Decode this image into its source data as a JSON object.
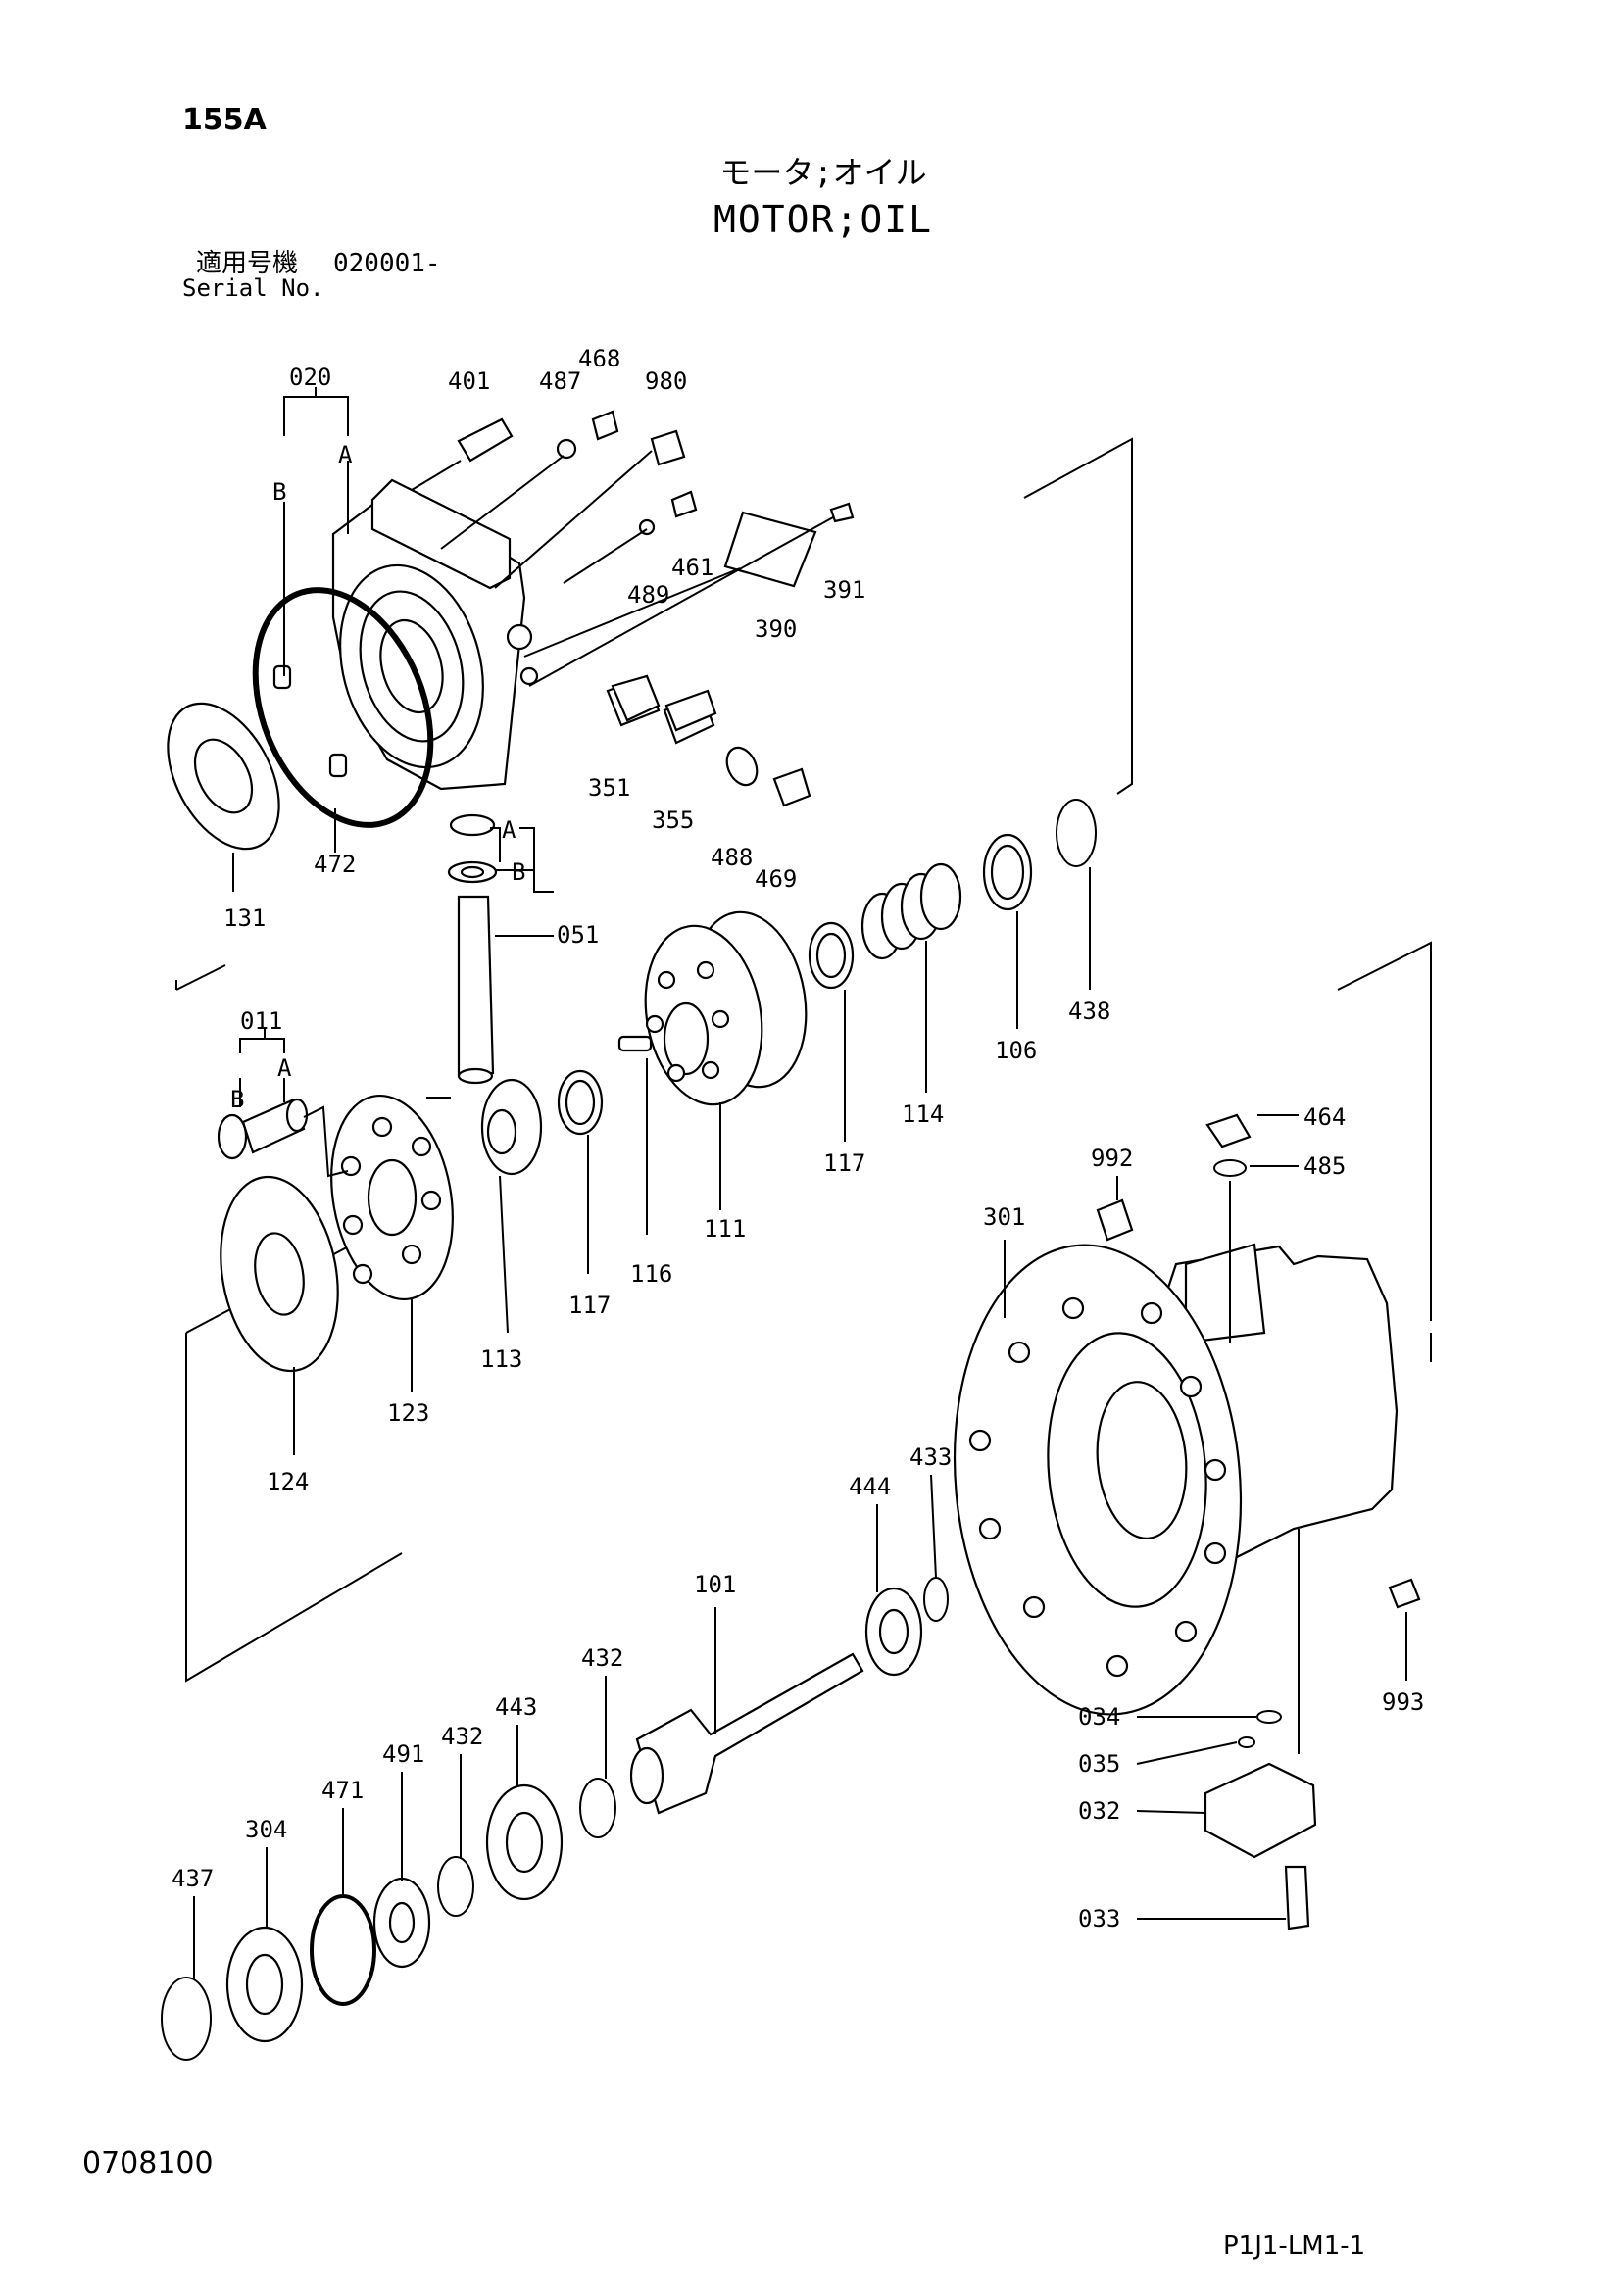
{
  "header": {
    "page_number": "155A",
    "title_jp": "モータ;オイル",
    "title_en": "MOTOR;OIL",
    "serial_label_jp": "適用号機",
    "serial_value": "020001-",
    "serial_label_en": "Serial No."
  },
  "footer": {
    "left_code": "0708100",
    "right_code": "P1J1-LM1-1"
  },
  "callouts": {
    "c020": "020",
    "c401": "401",
    "c487": "487",
    "c468": "468",
    "c980": "980",
    "c461": "461",
    "c489": "489",
    "c390": "390",
    "c391": "391",
    "c131": "131",
    "c472": "472",
    "c351": "351",
    "c355": "355",
    "c488": "488",
    "c469": "469",
    "c051": "051",
    "c011": "011",
    "c111": "111",
    "c116": "116",
    "c117a": "117",
    "c117b": "117",
    "c113": "113",
    "c123": "123",
    "c124": "124",
    "c114": "114",
    "c106": "106",
    "c438": "438",
    "c464": "464",
    "c485": "485",
    "c992": "992",
    "c301": "301",
    "c444": "444",
    "c433": "433",
    "c101": "101",
    "c432a": "432",
    "c432b": "432",
    "c443": "443",
    "c491": "491",
    "c471": "471",
    "c304": "304",
    "c437": "437",
    "c993": "993",
    "c034": "034",
    "c035": "035",
    "c032": "032",
    "c033": "033",
    "A1": "A",
    "B1": "B",
    "A2": "A",
    "B2": "B",
    "A3": "A",
    "B3": "B"
  }
}
